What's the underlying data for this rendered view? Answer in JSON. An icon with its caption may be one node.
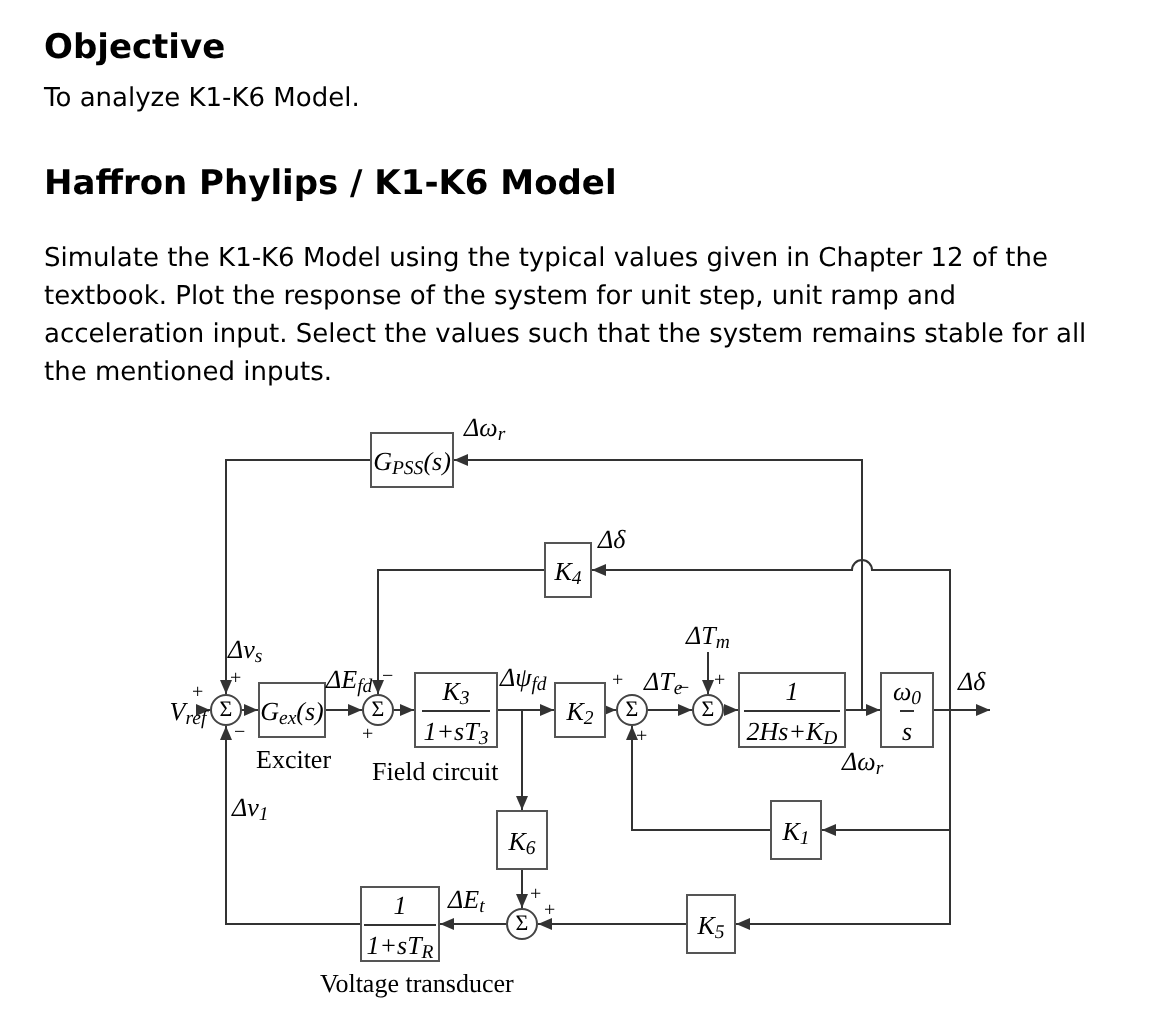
{
  "diagram": {
    "title": "Objective",
    "nodes": [
      {
        "text": [
          "V$_{ref}$"
        ]
      },
      {
        "text": [
          "Σ"
        ]
      },
      {
        "text": [
          "G$_{ex}$(s)"
        ]
      },
      {
        "text": [
          "Σ"
        ]
      },
      {
        "text": [
          "K$_{3}$",
          "1+sT$_{3}$"
        ]
      },
      {
        "text": [
          "K$_{2}$"
        ]
      },
      {
        "text": [
          "Σ"
        ]
      },
      {
        "text": [
          "Σ"
        ]
      },
      {
        "text": [
          "ΔT$_{m}$"
        ]
      },
      {
        "text": [
          "1",
          "2Hs+K$_{D}$"
        ]
      },
      {
        "text": [
          "ω$_{0}$",
          "s"
        ]
      },
      {
        "text": [
          "G$_{PSS}$(s)"
        ]
      },
      {
        "text": [
          "K$_{4}$"
        ]
      },
      {
        "text": [
          "K$_{6}$"
        ]
      },
      {
        "text": [
          "Σ"
        ]
      },
      {
        "text": [
          "1",
          "1+sT$_{R}$"
        ]
      },
      {
        "text": [
          "K$_{1}$"
        ]
      },
      {
        "text": [
          "K$_{5}$"
        ]
      }
    ],
    "edges": [
      {
        "from": 0,
        "to": 1,
        "arrow": "to"
      },
      {
        "from": 1,
        "to": 2,
        "arrow": "to"
      },
      {
        "from": 2,
        "to": 3,
        "arrow": "to",
        "label": "ΔE$_{fd}$"
      },
      {
        "from": 3,
        "to": 4,
        "arrow": "to"
      },
      {
        "from": 4,
        "to": 5,
        "arrow": "to",
        "label": "Δψ$_{fd}$"
      },
      {
        "from": 5,
        "to": 6,
        "arrow": "to"
      },
      {
        "from": 6,
        "to": 7,
        "arrow": "to",
        "label": "ΔT$_{e}$"
      },
      {
        "from": 8,
        "to": 7,
        "arrow": "to"
      },
      {
        "from": 7,
        "to": 9,
        "arrow": "to"
      },
      {
        "from": 9,
        "to": 10,
        "arrow": "to",
        "label": "Δω$_{r}$"
      },
      {
        "from": 10,
        "to": null,
        "arrow": "to",
        "label": "Δδ"
      },
      {
        "from": 9,
        "to": 11,
        "arrow": "to",
        "label": "Δω$_{r}$"
      },
      {
        "from": 11,
        "to": 1,
        "arrow": "to",
        "label": "Δv$_{s}$"
      },
      {
        "from": 10,
        "to": 12,
        "arrow": "to",
        "label": "Δδ"
      },
      {
        "from": 12,
        "to": 3,
        "arrow": "to"
      },
      {
        "from": 4,
        "to": 13,
        "arrow": "to"
      },
      {
        "from": 13,
        "to": 14,
        "arrow": "to"
      },
      {
        "from": 10,
        "to": 16,
        "arrow": "to"
      },
      {
        "from": 16,
        "to": 6,
        "arrow": "to"
      },
      {
        "from": 10,
        "to": 17,
        "arrow": "to"
      },
      {
        "from": 17,
        "to": 14,
        "arrow": "to"
      },
      {
        "from": 14,
        "to": 15,
        "arrow": "to",
        "label": "ΔE$_{t}$"
      },
      {
        "from": 15,
        "to": 1,
        "arrow": "to",
        "label": "Δv$_{1}$"
      }
    ],
    "labels": [
      "To analyze K1-K6 Model.",
      "Haffron Phylips / K1-K6 Model",
      "Simulate the K1-K6 Model using the typical values given in Chapter 12 of the textbook. Plot the response of the system for unit step, unit ramp and acceleration input. Select the values such that the system remains stable for all the mentioned inputs.",
      "+",
      "+",
      "−",
      "−",
      "+",
      "+",
      "+",
      "−",
      "+",
      "+",
      "+",
      "Exciter",
      "Field circuit",
      "Voltage transducer"
    ]
  }
}
